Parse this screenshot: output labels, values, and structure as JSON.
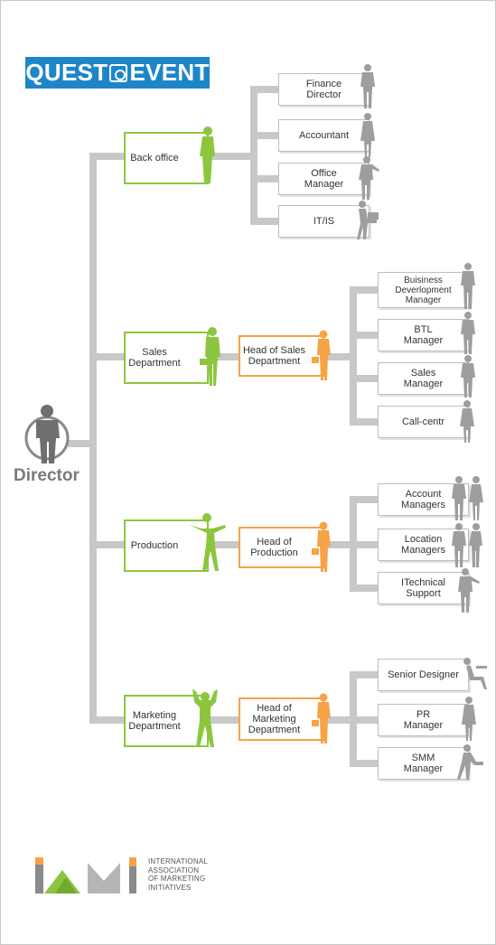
{
  "logo": {
    "left": "QUEST",
    "right": "EVENT",
    "brand_color": "#1d86c8"
  },
  "director": {
    "label": "Director"
  },
  "colors": {
    "department": "#8cc63f",
    "head": "#f6a347",
    "role": "#9e9e9e",
    "connector": "#c8c8c8"
  },
  "departments": [
    {
      "label": "Back office",
      "head": null,
      "roles": [
        "Finance\nDirector",
        "Accountant",
        "Office\nManager",
        "IT/IS"
      ]
    },
    {
      "label": "Sales\nDepartment",
      "head": "Head of Sales\nDepartment",
      "roles": [
        "Buisiness\nDeverlopment\nManager",
        "BTL\nManager",
        "Sales\nManager",
        "Call-centr"
      ]
    },
    {
      "label": "Production",
      "head": "Head of\nProduction",
      "roles": [
        "Account\nManagers",
        "Location\nManagers",
        "ITechnical\nSupport"
      ]
    },
    {
      "label": "Marketing\nDepartment",
      "head": "Head of\nMarketing\nDepartment",
      "roles": [
        "Senior Designer",
        "PR\nManager",
        "SMM\nManager"
      ]
    }
  ],
  "footer": {
    "org": "INTERNATIONAL\nASSOCIATION\nOF MARKETING\nINITIATIVES"
  }
}
